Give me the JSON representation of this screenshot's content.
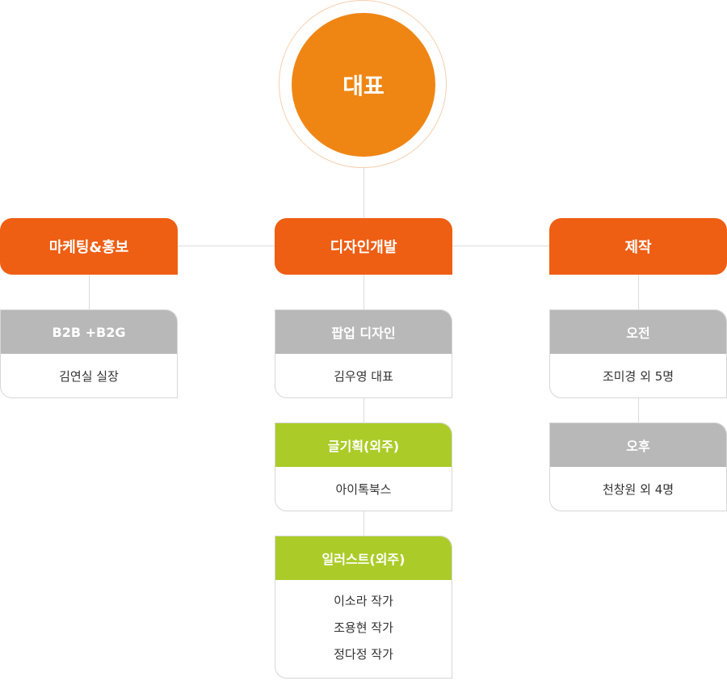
{
  "ceo": {
    "label": "대표"
  },
  "departments": [
    {
      "label": "마케팅&홍보",
      "teams": [
        {
          "title": "B2B +B2G",
          "members": [
            "김연실 실장"
          ],
          "outsourced": false
        }
      ]
    },
    {
      "label": "디자인개발",
      "teams": [
        {
          "title": "팝업 디자인",
          "members": [
            "김우영 대표"
          ],
          "outsourced": false
        },
        {
          "title": "글기획(외주)",
          "members": [
            "아이톡북스"
          ],
          "outsourced": true
        },
        {
          "title": "일러스트(외주)",
          "members": [
            "이소라 작가",
            "조용현 작가",
            "정다정 작가"
          ],
          "outsourced": true
        }
      ]
    },
    {
      "label": "제작",
      "teams": [
        {
          "title": "오전",
          "members": [
            "조미경 외 5명"
          ],
          "outsourced": false
        },
        {
          "title": "오후",
          "members": [
            "천창원 외 4명"
          ],
          "outsourced": false
        }
      ]
    }
  ],
  "colors": {
    "ceo": "#ef8614",
    "department": "#ee5e13",
    "team_header": "#b8b8b8",
    "outsourced_header": "#abcc28",
    "connector": "#dcdcdc"
  }
}
